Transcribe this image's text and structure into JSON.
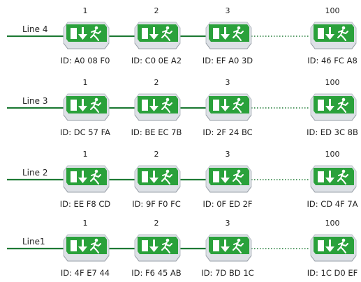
{
  "colors": {
    "line": "#1e7a34",
    "sign_green": "#2aa13b",
    "sign_edge": "#b9bfc6",
    "sign_body": "#dde1e6",
    "dots": "#1e7a34"
  },
  "positions": [
    "1",
    "2",
    "3",
    "100"
  ],
  "icon": "emergency-exit-sign-icon",
  "rows": [
    {
      "label": "Line 4",
      "ids": [
        "ID: A0 08 F0",
        "ID: C0 0E A2",
        "ID: EF A0 3D",
        "ID: 46 FC A8"
      ]
    },
    {
      "label": "Line 3",
      "ids": [
        "ID: DC 57 FA",
        "ID: BE EC 7B",
        "ID: 2F 24 BC",
        "ID: ED 3C 8B"
      ]
    },
    {
      "label": "Line 2",
      "ids": [
        "ID: EE F8 CD",
        "ID: 9F F0 FC",
        "ID: 0F ED 2F",
        "ID: CD 4F 7A"
      ]
    },
    {
      "label": "Line1",
      "ids": [
        "ID: 4F E7 44",
        "ID: F6 45 AB",
        "ID: 7D BD 1C",
        "ID: 1C D0 EF"
      ]
    }
  ]
}
